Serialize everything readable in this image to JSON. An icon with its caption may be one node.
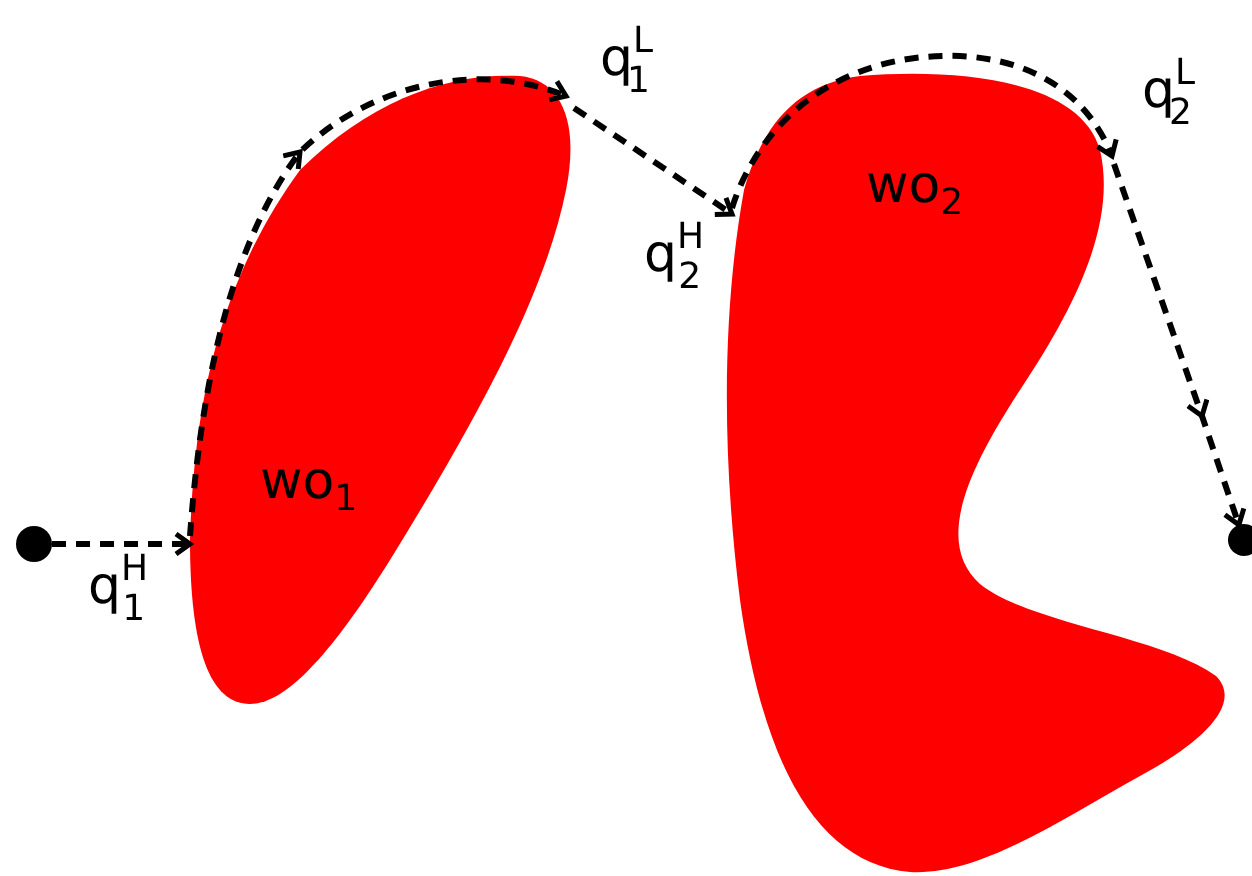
{
  "diagram": {
    "nodes": [
      {
        "text": [],
        "shape": "circle"
      },
      {
        "text": [
          "wo$_{1}$"
        ]
      },
      {
        "text": [
          "wo$_{2}$"
        ]
      },
      {
        "text": [],
        "shape": "circle"
      }
    ],
    "edges": [
      {
        "from": 0,
        "to": 1,
        "arrow": "to"
      },
      {
        "from": 1,
        "to": 2,
        "arrow": "to"
      },
      {
        "from": 2,
        "to": 3,
        "arrow": "to"
      }
    ],
    "labels": [
      "q$^{L}$$_{1}$",
      "q$^{H}$$_{2}$",
      "q$^{L}$$_{2}$",
      "q$^{H}$$_{1}$"
    ]
  }
}
